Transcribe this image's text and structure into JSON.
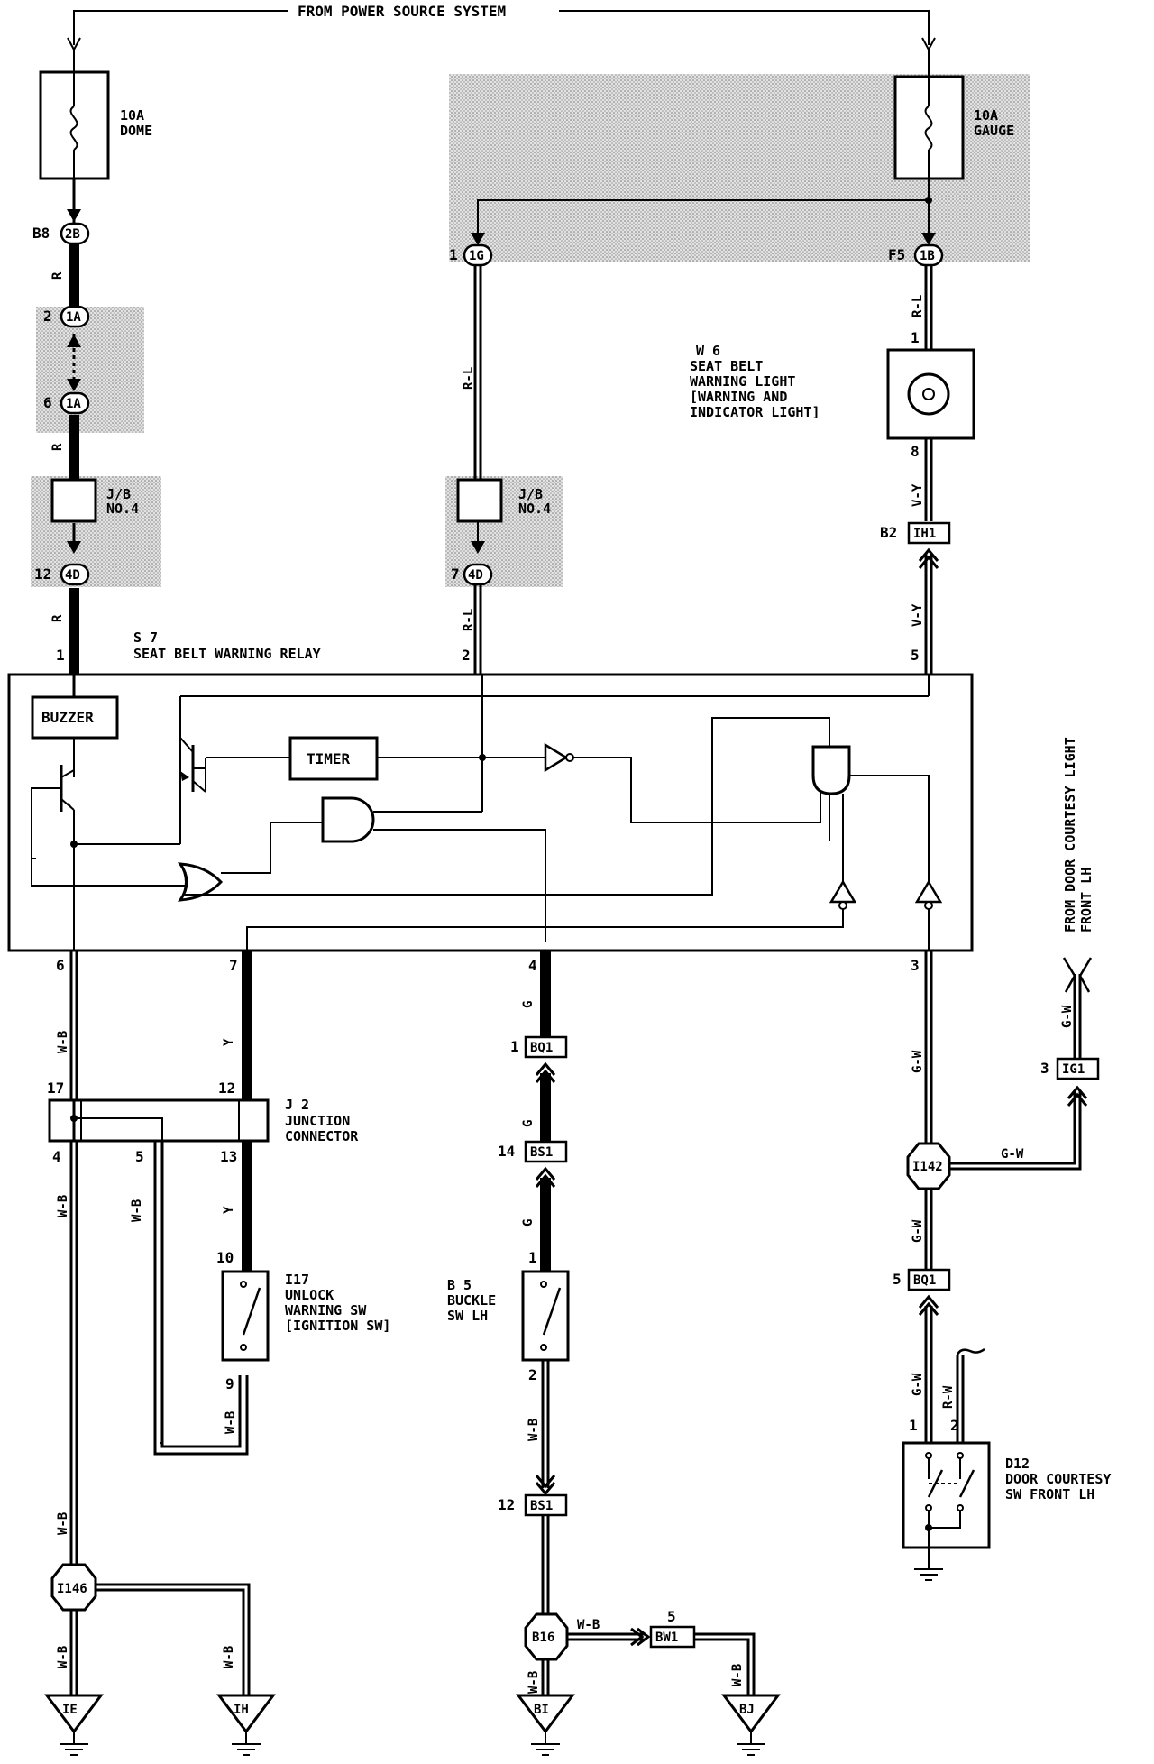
{
  "power_source": "FROM POWER SOURCE SYSTEM",
  "fuses": {
    "dome": {
      "amp": "10A",
      "name": "DOME"
    },
    "gauge": {
      "amp": "10A",
      "name": "GAUGE"
    }
  },
  "connectors": {
    "b8": "B8",
    "c2b": "2B",
    "p2": "2",
    "c1a_top": "1A",
    "p6": "6",
    "c1a_bot": "1A",
    "p1_left": "1",
    "c1g": "1G",
    "f5": "F5",
    "c1b": "1B",
    "p12": "12",
    "c4d_left": "4D",
    "p7": "7",
    "c4d_mid": "4D",
    "b2": "B2",
    "ih1": "IH1",
    "bq1_top_pin": "1",
    "bq1_top": "BQ1",
    "bs1_top_pin": "14",
    "bs1_top": "BS1",
    "bs1_bot_pin": "12",
    "bs1_bot": "BS1",
    "ig1_pin": "3",
    "ig1": "IG1",
    "bq1_bot_pin": "5",
    "bq1_bot": "BQ1",
    "bw1_pin": "5",
    "bw1": "BW1",
    "i142": "I142",
    "i146": "I146",
    "b16": "B16"
  },
  "jb_labels": {
    "left": [
      "J/B",
      "NO.4"
    ],
    "mid": [
      "J/B",
      "NO.4"
    ]
  },
  "w6": {
    "id": "W 6",
    "lines": [
      "SEAT BELT",
      "WARNING LIGHT",
      "[WARNING AND",
      " INDICATOR LIGHT]"
    ],
    "pin_top": "1",
    "pin_bot": "8"
  },
  "relay": {
    "id": "S 7",
    "name": "SEAT BELT WARNING RELAY",
    "buzzer": "BUZZER",
    "timer": "TIMER",
    "pins_top": [
      "1",
      "2",
      "5"
    ],
    "pins_bottom": [
      "6",
      "7",
      "4",
      "3"
    ]
  },
  "j2": {
    "id": "J 2",
    "lines": [
      "JUNCTION",
      "CONNECTOR"
    ],
    "pin17": "17",
    "pin12": "12",
    "pin4": "4",
    "pin5": "5",
    "pin13": "13"
  },
  "i17": {
    "id": "I17",
    "lines": [
      "UNLOCK",
      "WARNING SW",
      "[IGNITION SW]"
    ],
    "pin_top": "10",
    "pin_bot": "9"
  },
  "b5": {
    "id": "B 5",
    "lines": [
      "BUCKLE",
      "SW LH"
    ],
    "pin_top": "1",
    "pin_bot": "2"
  },
  "d12": {
    "id": "D12",
    "lines": [
      "DOOR COURTESY",
      "SW FRONT LH"
    ],
    "pin1": "1",
    "pin2": "2"
  },
  "from_door": [
    "FROM DOOR COURTESY LIGHT",
    "FRONT LH"
  ],
  "grounds": {
    "ie": "IE",
    "ih": "IH",
    "bi": "BI",
    "bj": "BJ"
  },
  "wire_colors": {
    "r": "R",
    "rl": "R-L",
    "vy": "V-Y",
    "wb": "W-B",
    "y": "Y",
    "g": "G",
    "gw": "G-W",
    "rw": "R-W"
  }
}
